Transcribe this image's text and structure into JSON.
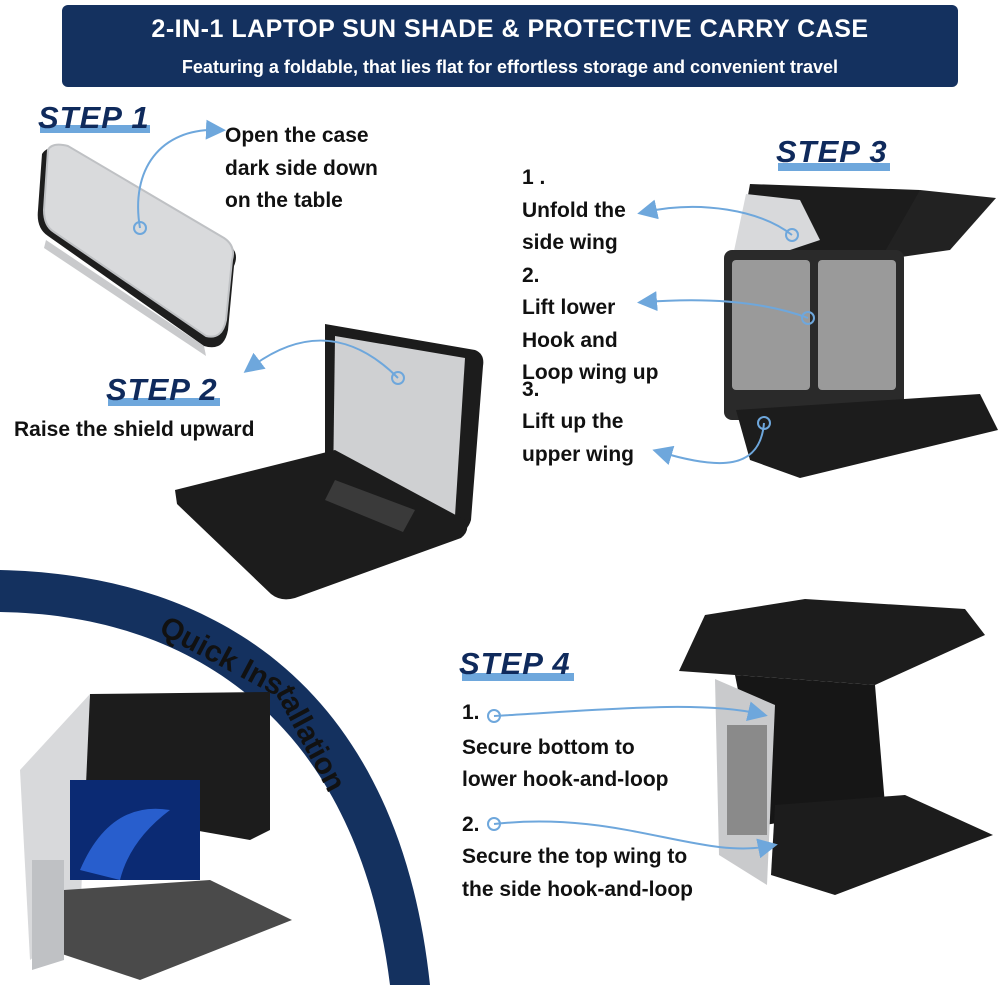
{
  "banner": {
    "title": "2-IN-1 LAPTOP SUN SHADE & PROTECTIVE CARRY CASE",
    "subtitle": "Featuring a foldable, that lies flat for effortless storage and convenient travel"
  },
  "step1": {
    "label": "STEP 1",
    "lines": [
      "Open the case",
      "dark side down",
      "on the table"
    ]
  },
  "step2": {
    "label": "STEP 2",
    "caption": "Raise the shield upward"
  },
  "step3": {
    "label": "STEP 3",
    "lines": [
      "1 .",
      "Unfold the",
      "side wing",
      "2.",
      "Lift lower",
      "Hook and",
      "Loop wing up",
      "3.",
      "Lift up the",
      "upper wing"
    ]
  },
  "quick": {
    "part1": "Quick Ins",
    "part2": "tallation"
  },
  "step4": {
    "label": "STEP 4",
    "lines": [
      "1.",
      "Secure bottom to",
      "lower hook-and-loop",
      "2.",
      "Secure the top wing to",
      "the side hook-and-loop"
    ]
  },
  "colors": {
    "navy": "#14315f",
    "accent_blue": "#6ea7dc",
    "case_black": "#1c1c1c",
    "case_grey": "#d8d9db"
  }
}
